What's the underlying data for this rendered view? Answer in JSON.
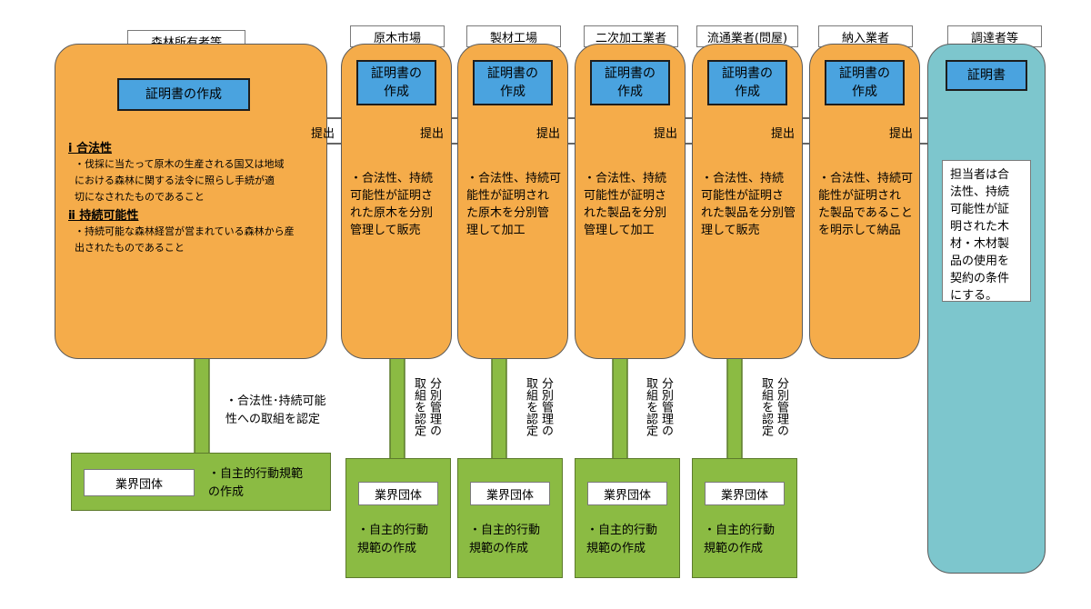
{
  "forest_owner": {
    "label": "森林所有者等",
    "cert_title": "証明書の作成",
    "section1_title": "ⅰ 合法性",
    "section1_text": "・伐採に当たって原木の生産される国又は地域\nにおける森林に関する法令に照らし手続が適\n切になされたものであること",
    "section2_title": "ⅱ 持続可能性",
    "section2_text": "・持続可能な森林経営が営まれている森林から産\n出されたものであること"
  },
  "columns": [
    {
      "label": "原木市場",
      "cert": "証明書の\n作成",
      "text": "・合法性、持続\n可能性が証明さ\nれた原木を分別\n管理して販売"
    },
    {
      "label": "製材工場",
      "cert": "証明書の\n作成",
      "text": "・合法性、持続可\n能性が証明され\nた原木を分別管\n理して加工"
    },
    {
      "label": "二次加工業者",
      "cert": "証明書の\n作成",
      "text": "・合法性、持続\n可能性が証明さ\nれた製品を分別\n管理して加工"
    },
    {
      "label": "流通業者(問屋)",
      "cert": "証明書の\n作成",
      "text": "・合法性、持続\n可能性が証明さ\nれた製品を分別管\n理して販売"
    },
    {
      "label": "納入業者",
      "cert": "証明書の\n作成",
      "text": "・合法性、持続可\n能性が証明され\nた製品であること\nを明示して納品"
    }
  ],
  "procurer": {
    "label": "調達者等",
    "cert": "証明書",
    "text": "担当者は合\n法性、持続\n可能性が証\n明された木\n材・木材製\n品の使用を\n契約の条件\nにする。"
  },
  "submit_label": "提出",
  "industry": {
    "label": "業界団体",
    "first_text": "・自主的行動規範\nの作成",
    "col_text": "・自主的行動\n規範の作成"
  },
  "certify_note": "・合法性･持続可能\n性への取組を認定",
  "separate_note": "分別管理の\n取組を認定",
  "colors": {
    "orange": "#f5ac4a",
    "teal": "#7dc6cd",
    "cert_blue": "#4aa3df",
    "green": "#8bbb43"
  }
}
